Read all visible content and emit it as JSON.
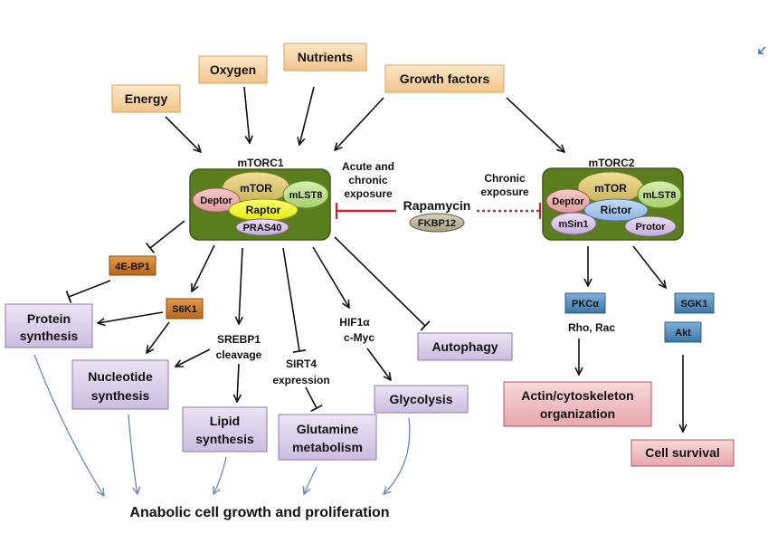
{
  "inputs": {
    "energy": "Energy",
    "oxygen": "Oxygen",
    "nutrients": "Nutrients",
    "growth_factors": "Growth factors"
  },
  "mtorc1": {
    "title": "mTORC1",
    "mtor": "mTOR",
    "deptor": "Deptor",
    "mlst8": "mLST8",
    "raptor": "Raptor",
    "pras40": "PRAS40"
  },
  "mtorc2": {
    "title": "mTORC2",
    "mtor": "mTOR",
    "deptor": "Deptor",
    "mlst8": "mLST8",
    "rictor": "Rictor",
    "msin1": "mSin1",
    "protor": "Protor"
  },
  "rapamycin": {
    "label": "Rapamycin",
    "fkbp12": "FKBP12",
    "acute_line1": "Acute and",
    "acute_line2": "chronic",
    "acute_line3": "exposure",
    "chronic_line1": "Chronic",
    "chronic_line2": "exposure"
  },
  "mtorc1_targets": {
    "ebp1": "4E-BP1",
    "s6k1": "S6K1",
    "protein_line1": "Protein",
    "protein_line2": "synthesis",
    "nucleotide_line1": "Nucleotide",
    "nucleotide_line2": "synthesis",
    "srebp_line1": "SREBP1",
    "srebp_line2": "cleavage",
    "lipid_line1": "Lipid",
    "lipid_line2": "synthesis",
    "sirt4_line1": "SIRT4",
    "sirt4_line2": "expression",
    "glutamine_line1": "Glutamine",
    "glutamine_line2": "metabolism",
    "hif_line1": "HIF1α",
    "hif_line2": "c-Myc",
    "glycolysis": "Glycolysis",
    "autophagy": "Autophagy"
  },
  "mtorc2_targets": {
    "pkc": "PKCα",
    "rho_rac": "Rho, Rac",
    "actin_line1": "Actin/cytoskeleton",
    "actin_line2": "organization",
    "sgk1": "SGK1",
    "akt": "Akt",
    "cell_survival": "Cell survival"
  },
  "outcome": "Anabolic cell growth and proliferation",
  "colors": {
    "complex_green": "#5a7d1e",
    "inhibition_red": "#c0282d",
    "arrow_blue": "#6a86c0"
  }
}
